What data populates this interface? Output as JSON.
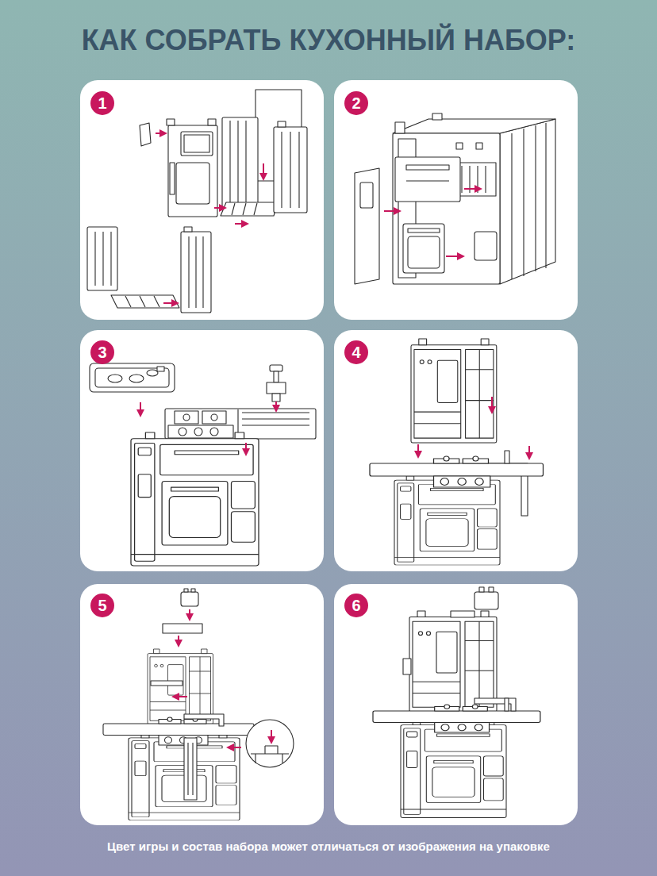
{
  "diagram": {
    "title": "КАК СОБРАТЬ КУХОННЫЙ НАБОР:",
    "caption": "Цвет игры и состав набора может отличаться от изображения на упаковке",
    "nodes": [
      {
        "text": [
          "1"
        ]
      },
      {
        "text": [
          "2"
        ]
      },
      {
        "text": [
          "3"
        ]
      },
      {
        "text": [
          "4"
        ]
      },
      {
        "text": [
          "5"
        ]
      },
      {
        "text": [
          "6"
        ]
      }
    ]
  }
}
